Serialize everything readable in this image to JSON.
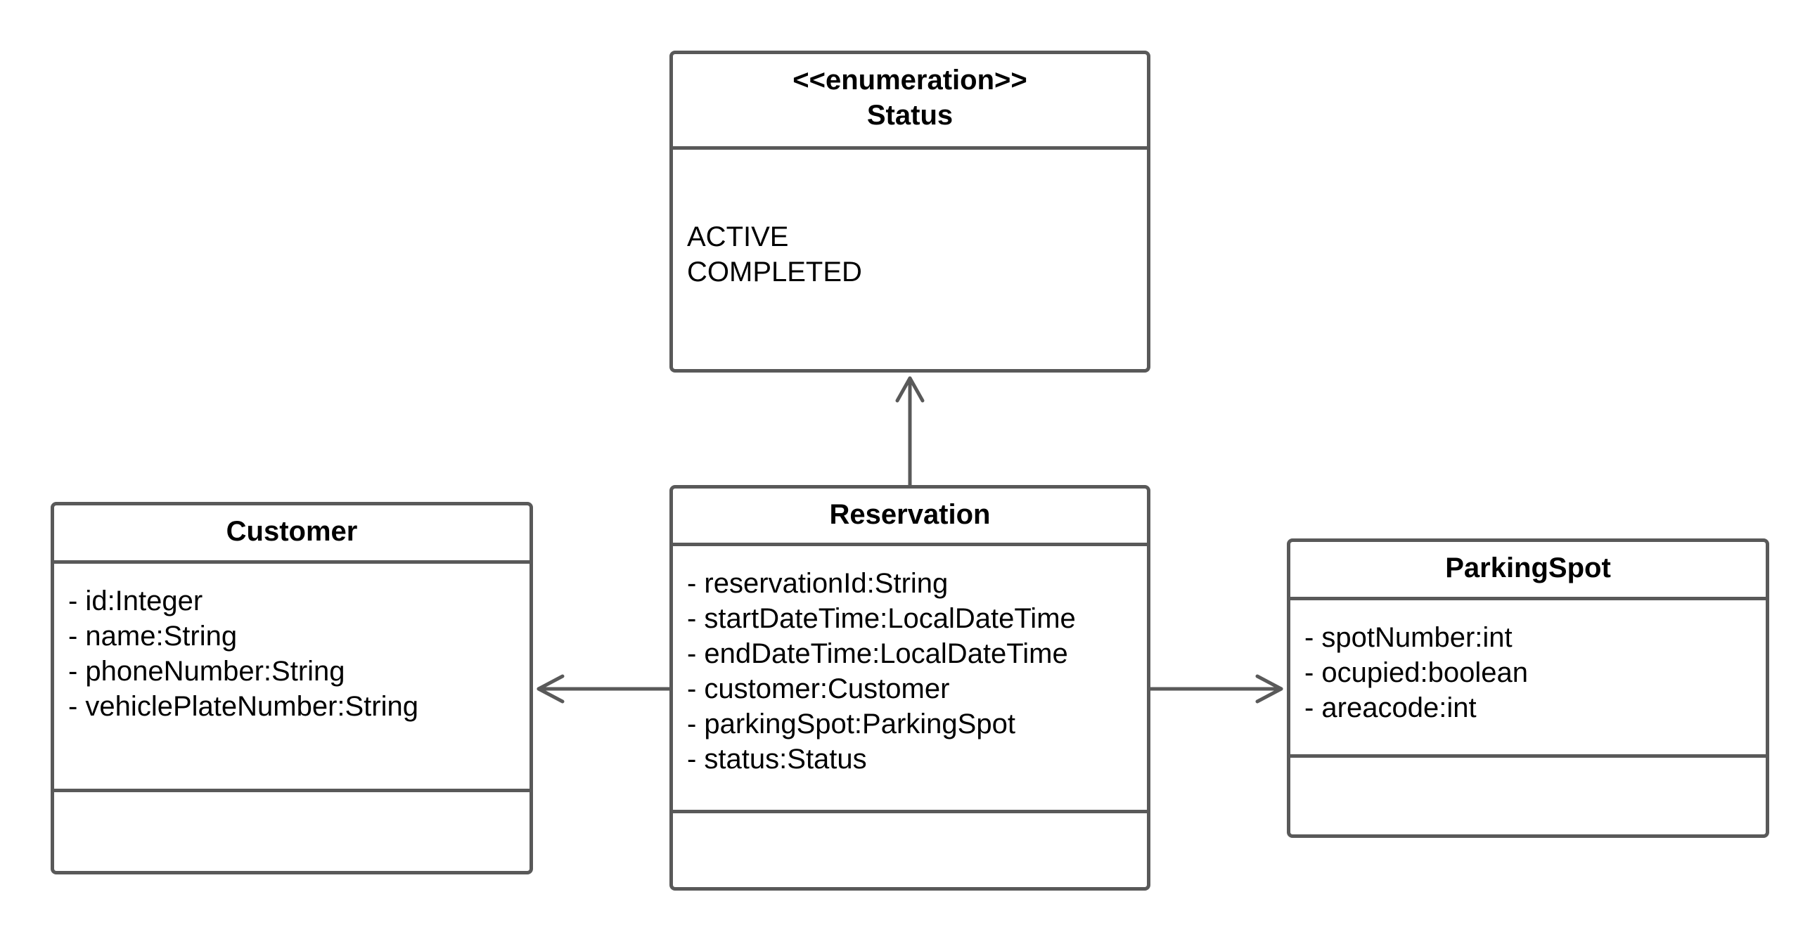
{
  "diagram": {
    "classes": {
      "status": {
        "stereotype": "<<enumeration>>",
        "name": "Status",
        "literals": [
          "ACTIVE",
          "COMPLETED"
        ]
      },
      "reservation": {
        "name": "Reservation",
        "attributes": [
          "- reservationId:String",
          "- startDateTime:LocalDateTime",
          "- endDateTime:LocalDateTime",
          "- customer:Customer",
          "- parkingSpot:ParkingSpot",
          "- status:Status"
        ]
      },
      "customer": {
        "name": "Customer",
        "attributes": [
          "- id:Integer",
          "- name:String",
          "- phoneNumber:String",
          "- vehiclePlateNumber:String"
        ]
      },
      "parkingspot": {
        "name": "ParkingSpot",
        "attributes": [
          "- spotNumber:int",
          "- ocupied:boolean",
          "- areacode:int"
        ]
      }
    },
    "relations": [
      {
        "from": "Reservation",
        "to": "Status",
        "kind": "association"
      },
      {
        "from": "Reservation",
        "to": "Customer",
        "kind": "association"
      },
      {
        "from": "Reservation",
        "to": "ParkingSpot",
        "kind": "association"
      }
    ],
    "colors": {
      "stroke": "#595959",
      "text": "#000000",
      "background": "#ffffff"
    }
  }
}
